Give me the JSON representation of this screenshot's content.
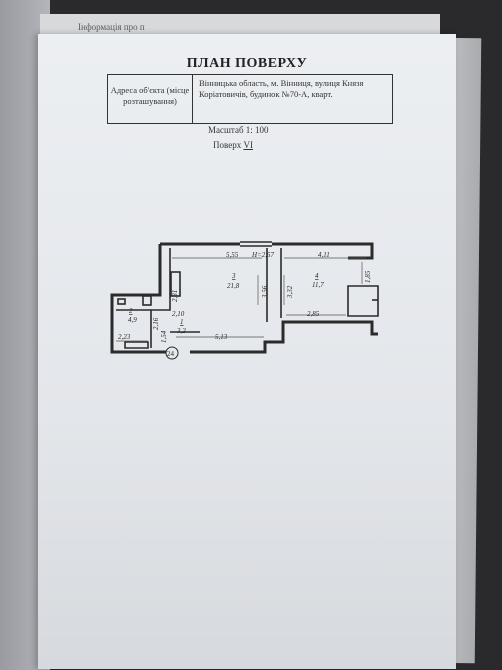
{
  "background_sheet": {
    "header_text": "Інформація про п"
  },
  "plan": {
    "title": "ПЛАН ПОВЕРХУ",
    "address_label": "Адреса об'єкта (місце розташування)",
    "address_value": "Вінницька область, м. Вінниця, вулиця Князя Коріатовичів, будинок №70-А, кварт.",
    "scale_label": "Масштаб",
    "scale_value": "1: 100",
    "floor_label": "Поверх",
    "floor_value": "VI"
  },
  "drawing": {
    "dim_top_left": "5,55",
    "ceiling_height": "Н=2,57",
    "dim_top_right": "4,11",
    "room3_number": "3",
    "room3_area": "21,8",
    "room4_number": "4",
    "room4_area": "11,7",
    "room2_number": "2",
    "room2_area": "4,9",
    "room1_number": "1",
    "room1_area": "3,2",
    "dim_281": "2,81",
    "dim_356": "3,56",
    "dim_332": "3,32",
    "dim_185": "1,85",
    "dim_285": "2,85",
    "dim_210": "2,10",
    "dim_216": "2,16",
    "dim_154": "1,54",
    "dim_223": "2,23",
    "dim_513": "5,13",
    "apartment_number": "24"
  },
  "colors": {
    "ink": "#2b2b2b",
    "paper": "#e6e9ec"
  }
}
